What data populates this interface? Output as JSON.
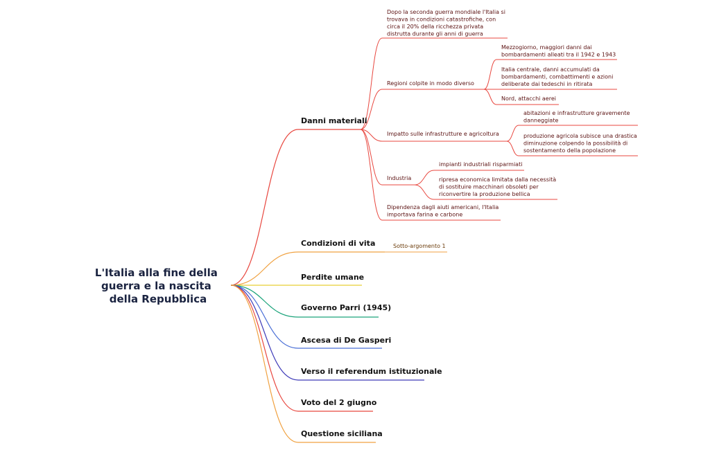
{
  "root": {
    "title_lines": [
      "L'Italia alla fine della",
      "guerra e la nascita",
      "della Repubblica"
    ]
  },
  "colors": {
    "red": "#e8473f",
    "orange": "#f0a140",
    "yellow": "#e8cf35",
    "green": "#1aa37a",
    "blue": "#4a6fd6",
    "indigo": "#3d3ab8",
    "root_text": "#1a2340",
    "sub_text": "#5a1010"
  },
  "branches": [
    {
      "label": "Danni materiali",
      "color": "red",
      "children": [
        {
          "lines": [
            "Dopo la seconda guerra mondiale l'Italia si",
            "trovava in condizioni catastrofiche, con",
            "circa il 20% della ricchezza privata",
            "distrutta durante gli anni di guerra"
          ]
        },
        {
          "lines": [
            "Regioni colpite in modo diverso"
          ],
          "children": [
            {
              "lines": [
                "Mezzogiorno, maggiori danni dai",
                "bombardamenti alleati tra il 1942 e 1943"
              ]
            },
            {
              "lines": [
                "Italia centrale, danni accumulati da",
                "bombardamenti, combattimenti e azioni",
                "deliberate dai tedeschi in ritirata"
              ]
            },
            {
              "lines": [
                "Nord, attacchi aerei"
              ]
            }
          ]
        },
        {
          "lines": [
            "Impatto sulle infrastrutture e agricoltura"
          ],
          "children": [
            {
              "lines": [
                "abitazioni e infrastrutture gravemente",
                "danneggiate"
              ]
            },
            {
              "lines": [
                "produzione agricola subisce una drastica",
                "diminuzione colpendo la possibilità di",
                "sostentamento della popolazione"
              ]
            }
          ]
        },
        {
          "lines": [
            "Industria"
          ],
          "children": [
            {
              "lines": [
                "impianti industriali risparmiati"
              ]
            },
            {
              "lines": [
                "ripresa economica limitata dalla necessità",
                "di sostituire macchinari obsoleti per",
                "riconvertire la produzione bellica"
              ]
            }
          ]
        },
        {
          "lines": [
            "Dipendenza dagli aiuti americani, l'Italia",
            "importava farina e carbone"
          ]
        }
      ]
    },
    {
      "label": "Condizioni di vita",
      "color": "orange",
      "children": [
        {
          "lines": [
            "Sotto-argomento 1"
          ]
        }
      ]
    },
    {
      "label": "Perdite umane",
      "color": "yellow"
    },
    {
      "label": "Governo Parri (1945)",
      "color": "green"
    },
    {
      "label": "Ascesa di De Gasperi",
      "color": "blue"
    },
    {
      "label": "Verso il referendum istituzionale",
      "color": "indigo"
    },
    {
      "label": "Voto del 2 giugno",
      "color": "red"
    },
    {
      "label": "Questione siciliana",
      "color": "orange"
    }
  ]
}
